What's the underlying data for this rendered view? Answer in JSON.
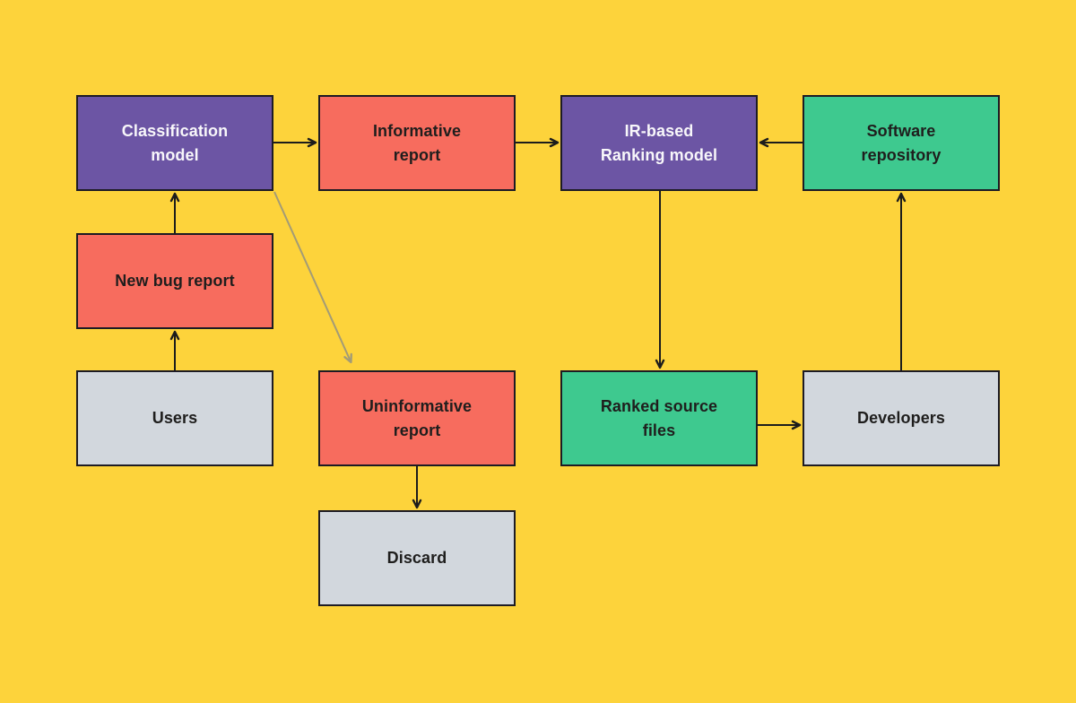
{
  "diagram": {
    "type": "flowchart",
    "background_color": "#FDD33B",
    "palette": {
      "purple": "#6C55A4",
      "coral": "#F76C5E",
      "green": "#3EC98F",
      "gray": "#D2D7DD",
      "node_border": "#1D1B24",
      "arrow": "#1C1C1C",
      "arrow_muted": "#A39B76",
      "text_dark": "#1F1E1D",
      "text_light": "#F8F7FA"
    },
    "nodes": [
      {
        "id": "classification-model",
        "label": "Classification\nmodel",
        "color": "purple"
      },
      {
        "id": "informative-report",
        "label": "Informative\nreport",
        "color": "coral"
      },
      {
        "id": "ir-based-ranking-model",
        "label": "IR-based\nRanking model",
        "color": "purple"
      },
      {
        "id": "software-repository",
        "label": "Software\nrepository",
        "color": "green"
      },
      {
        "id": "new-bug-report",
        "label": "New bug report",
        "color": "coral"
      },
      {
        "id": "users",
        "label": "Users",
        "color": "gray"
      },
      {
        "id": "uninformative-report",
        "label": "Uninformative\nreport",
        "color": "coral"
      },
      {
        "id": "ranked-source-files",
        "label": "Ranked source\nfiles",
        "color": "green"
      },
      {
        "id": "developers",
        "label": "Developers",
        "color": "gray"
      },
      {
        "id": "discard",
        "label": "Discard",
        "color": "gray"
      }
    ],
    "edges": [
      {
        "from": "users",
        "to": "new-bug-report",
        "style": "solid"
      },
      {
        "from": "new-bug-report",
        "to": "classification-model",
        "style": "solid"
      },
      {
        "from": "classification-model",
        "to": "informative-report",
        "style": "solid"
      },
      {
        "from": "informative-report",
        "to": "ir-based-ranking-model",
        "style": "solid"
      },
      {
        "from": "software-repository",
        "to": "ir-based-ranking-model",
        "style": "solid"
      },
      {
        "from": "ir-based-ranking-model",
        "to": "ranked-source-files",
        "style": "solid"
      },
      {
        "from": "ranked-source-files",
        "to": "developers",
        "style": "solid"
      },
      {
        "from": "developers",
        "to": "software-repository",
        "style": "solid"
      },
      {
        "from": "classification-model",
        "to": "uninformative-report",
        "style": "muted"
      },
      {
        "from": "uninformative-report",
        "to": "discard",
        "style": "solid"
      }
    ]
  }
}
